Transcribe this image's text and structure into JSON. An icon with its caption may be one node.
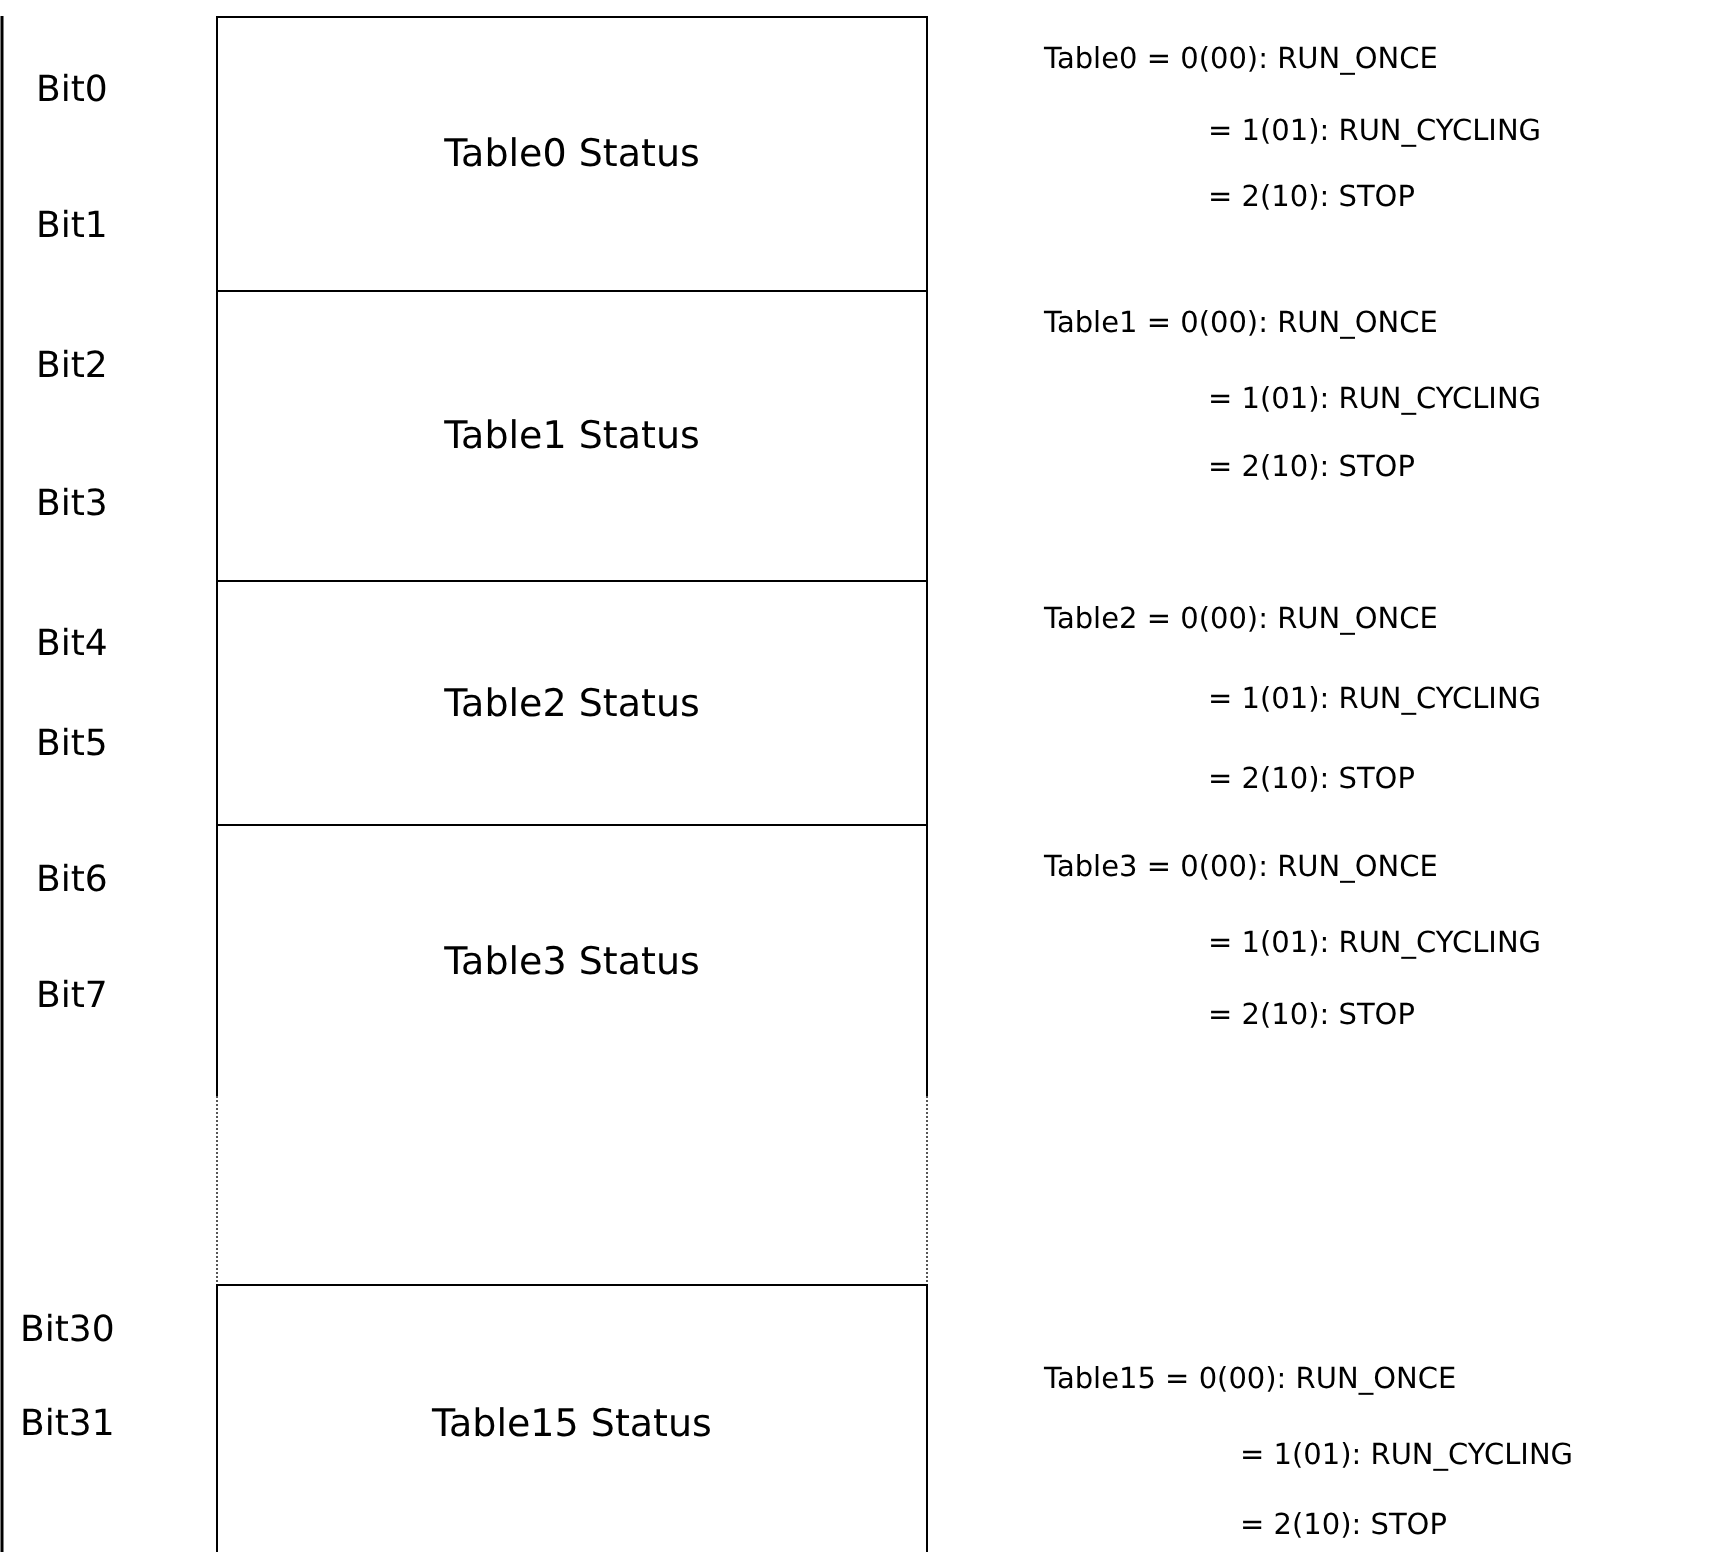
{
  "diagram": {
    "nodes": [
      {
        "text": [
          "Table0 Status"
        ]
      },
      {
        "text": [
          "Table1 Status"
        ]
      },
      {
        "text": [
          "Table2 Status"
        ]
      },
      {
        "text": [
          "Table3 Status"
        ]
      },
      {
        "text": [],
        "shape": "box"
      },
      {
        "text": [
          "Table15 Status"
        ]
      }
    ],
    "edges": [],
    "labels": [
      "Bit0",
      "Bit1",
      "Bit2",
      "Bit3",
      "Bit4",
      "Bit5",
      "Bit6",
      "Bit7",
      "Bit30",
      "Bit31",
      "Table0 = 0(00): RUN_ONCE",
      "= 1(01): RUN_CYCLING",
      "= 2(10): STOP",
      "Table1 = 0(00): RUN_ONCE",
      "= 1(01): RUN_CYCLING",
      "= 2(10): STOP",
      "Table2 = 0(00): RUN_ONCE",
      "= 1(01): RUN_CYCLING",
      "= 2(10): STOP",
      "Table3 = 0(00): RUN_ONCE",
      "= 1(01): RUN_CYCLING",
      "= 2(10): STOP",
      "Table15 = 0(00): RUN_ONCE",
      "= 1(01): RUN_CYCLING",
      "= 2(10): STOP"
    ]
  }
}
